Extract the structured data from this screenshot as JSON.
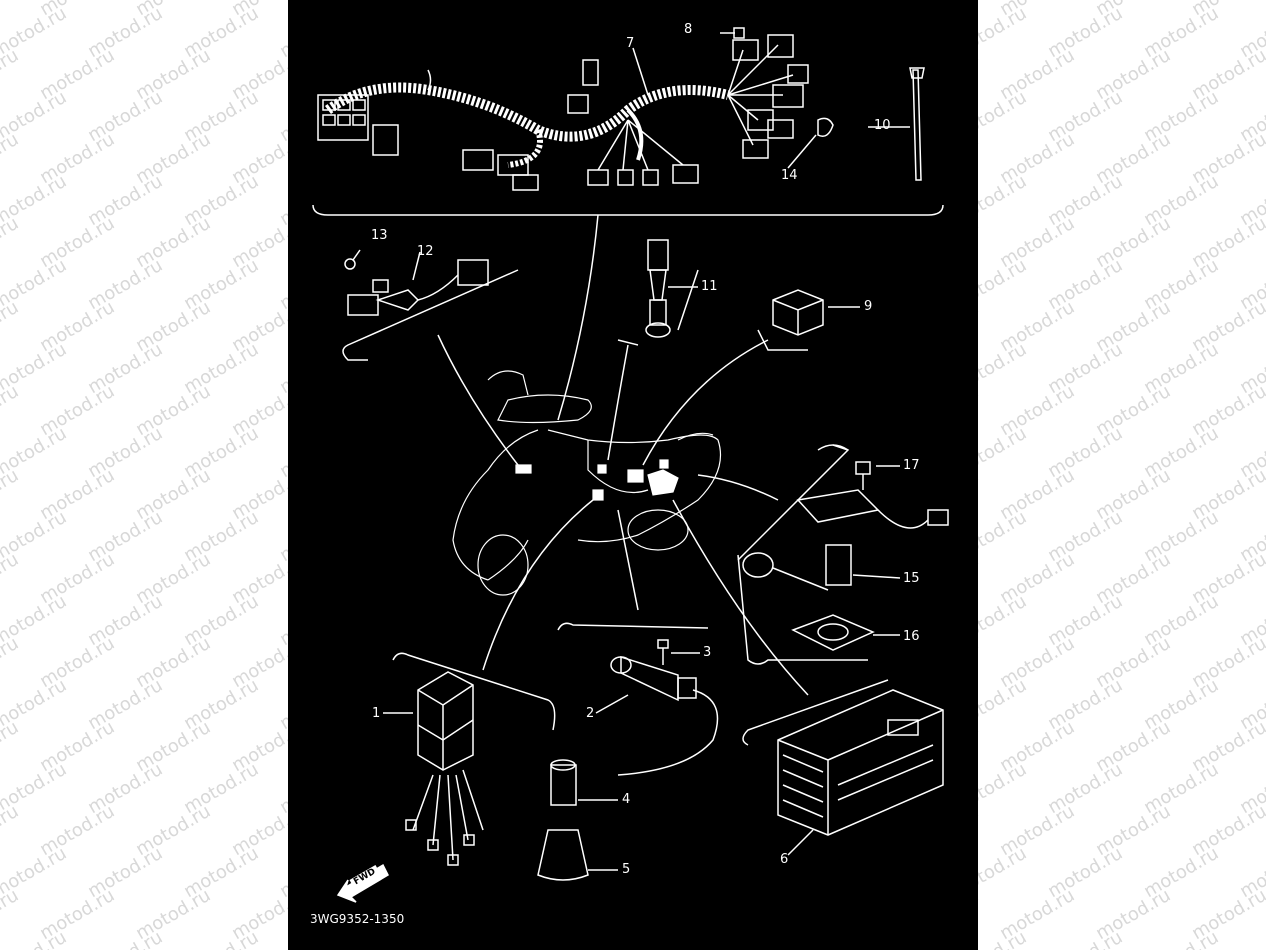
{
  "watermark": "motod.ru",
  "diagram": {
    "part_number": "3WG9352-1350",
    "fwd_label": "FWD",
    "callouts": [
      {
        "id": "c1",
        "text": "1"
      },
      {
        "id": "c2",
        "text": "2"
      },
      {
        "id": "c3",
        "text": "3"
      },
      {
        "id": "c4",
        "text": "4"
      },
      {
        "id": "c5",
        "text": "5"
      },
      {
        "id": "c6",
        "text": "6"
      },
      {
        "id": "c7",
        "text": "7"
      },
      {
        "id": "c8",
        "text": "8"
      },
      {
        "id": "c9",
        "text": "9"
      },
      {
        "id": "c10",
        "text": "10"
      },
      {
        "id": "c11",
        "text": "11"
      },
      {
        "id": "c12",
        "text": "12"
      },
      {
        "id": "c13",
        "text": "13"
      },
      {
        "id": "c14",
        "text": "14"
      },
      {
        "id": "c15",
        "text": "15"
      },
      {
        "id": "c16",
        "text": "16"
      },
      {
        "id": "c17",
        "text": "17"
      }
    ]
  },
  "colors": {
    "background": "#ffffff",
    "panel": "#000000",
    "line": "#ffffff",
    "watermark": "#d8d8d8"
  }
}
